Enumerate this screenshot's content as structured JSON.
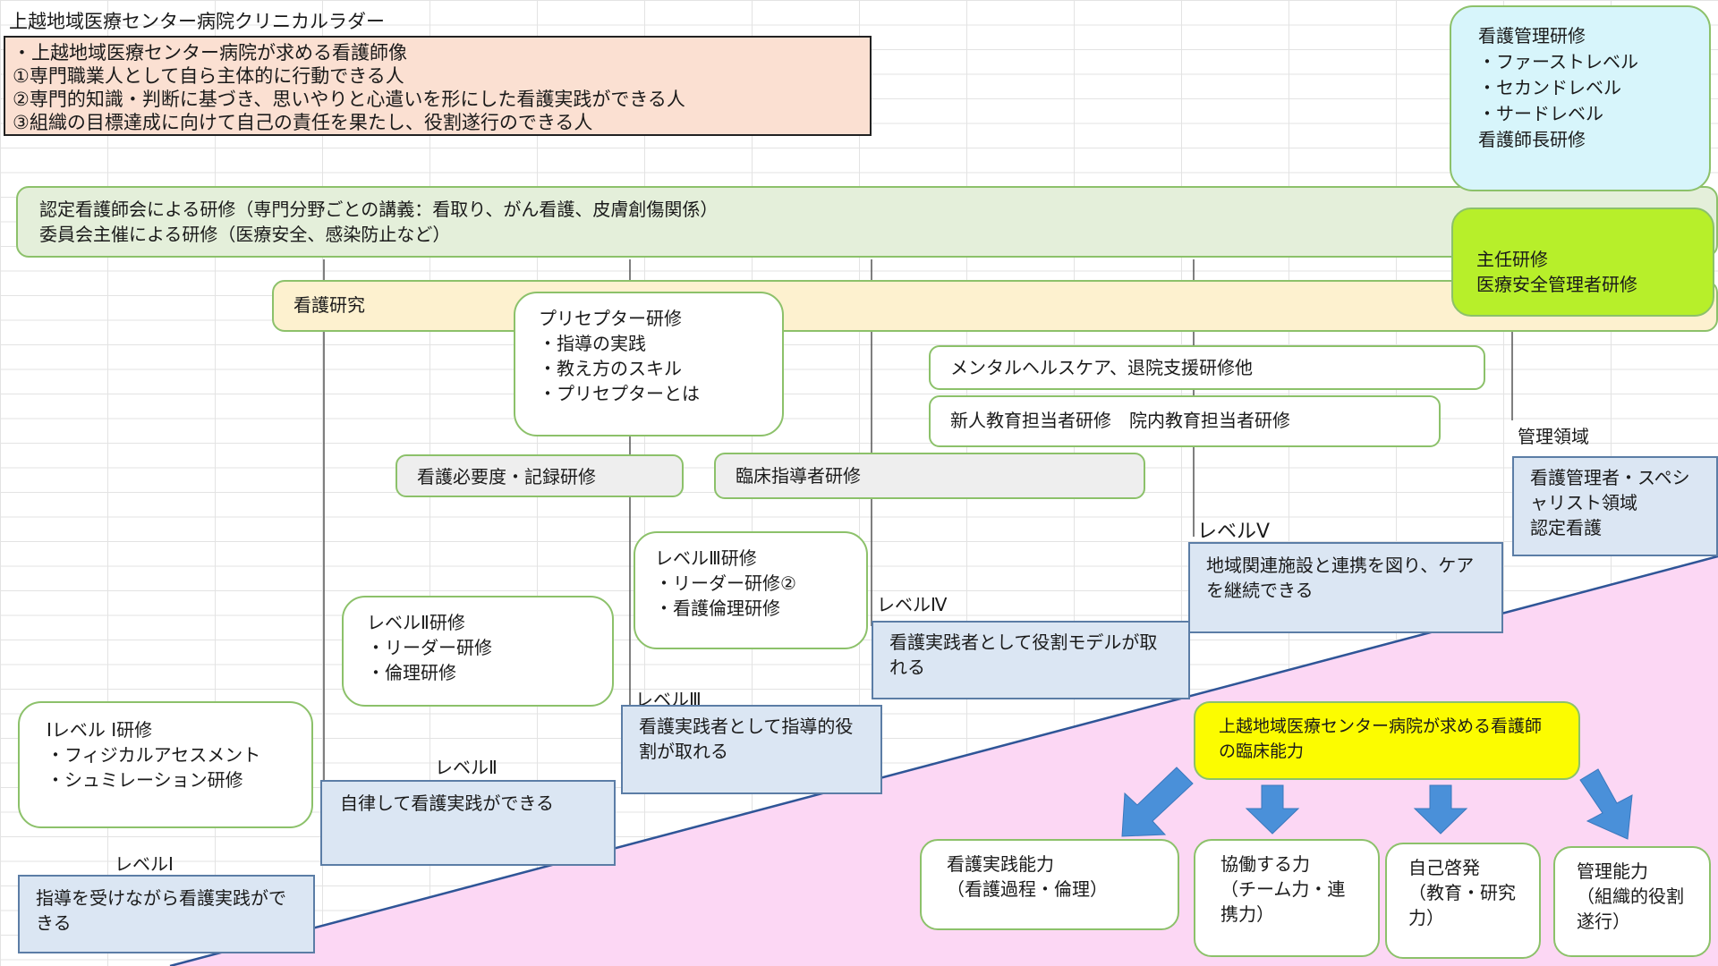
{
  "title": "上越地域医療センター病院クリニカルラダー",
  "ideal": {
    "heading": "・上越地域医療センター病院が求める看護師像",
    "items": [
      "①専門職業人として自ら主体的に行動できる人",
      "②専門的知識・判断に基づき、思いやりと心遣いを形にした看護実践ができる人",
      "③組織の目標達成に向けて自己の責任を果たし、役割遂行のできる人"
    ]
  },
  "management_training": {
    "lines": [
      "看護管理研修",
      "・ファーストレベル",
      "・セカンドレベル",
      "・サードレベル",
      "看護師長研修"
    ]
  },
  "cert_training": {
    "lines": [
      "認定看護師会による研修（専門分野ごとの講義：看取り、がん看護、皮膚創傷関係）",
      "委員会主催による研修（医療安全、感染防止など）"
    ]
  },
  "chief_training": {
    "text": "主任研修\n医療安全管理者研修"
  },
  "nursing_research": "看護研究",
  "preceptor": {
    "lines": [
      "プリセプター研修",
      "・指導の実践",
      "・教え方のスキル",
      "・プリセプターとは"
    ]
  },
  "mental_health": "メンタルヘルスケア、退院支援研修他",
  "educator_training": "新人教育担当者研修　院内教育担当者研修",
  "nursing_need": "看護必要度・記録研修",
  "clinical_instructor": "臨床指導者研修",
  "management_domain_label": "管理領域",
  "management_domain_box": "看護管理者・スペシャリスト領域\n認定看護",
  "levels": {
    "l1_label": "レベルⅠ",
    "l2_label": "レベルⅡ",
    "l3_label": "レベルⅢ",
    "l4_label": "レベルⅣ",
    "l5_label": "レベルⅤ",
    "l1_desc": "指導を受けながら看護実践ができる",
    "l2_desc": "自律して看護実践ができる",
    "l3_desc": "看護実践者として指導的役割が取れる",
    "l4_desc": "看護実践者として役割モデルが取れる",
    "l5_desc": "地域関連施設と連携を図り、ケアを継続できる"
  },
  "level_training": {
    "l1": [
      "Ⅰレベル Ⅰ研修",
      "・フィジカルアセスメント",
      "・シュミレーション研修"
    ],
    "l2": [
      "レベルⅡ研修",
      "・リーダー研修",
      "・倫理研修"
    ],
    "l3": [
      "レベルⅢ研修",
      "・リーダー研修②",
      "・看護倫理研修"
    ]
  },
  "competency": {
    "heading": "上越地域医療センター病院が求める看護師の臨床能力",
    "items": [
      "看護実践能力\n（看護過程・倫理）",
      "協働する力\n（チーム力・連携力）",
      "自己啓発\n（教育・研究力）",
      "管理能力\n（組織的役割遂行）"
    ]
  },
  "colors": {
    "pink_area": "#fcd7f4",
    "green_band": "#e4efda",
    "yellow_band": "#fdf1cf",
    "lime_box": "#b7ef2a",
    "cyan_box": "#d7f5fb",
    "yellow_box": "#fcfc00",
    "blue_box": "#dbe6f3",
    "arrow": "#4a90d9",
    "peach_box": "#fbe0d2"
  }
}
